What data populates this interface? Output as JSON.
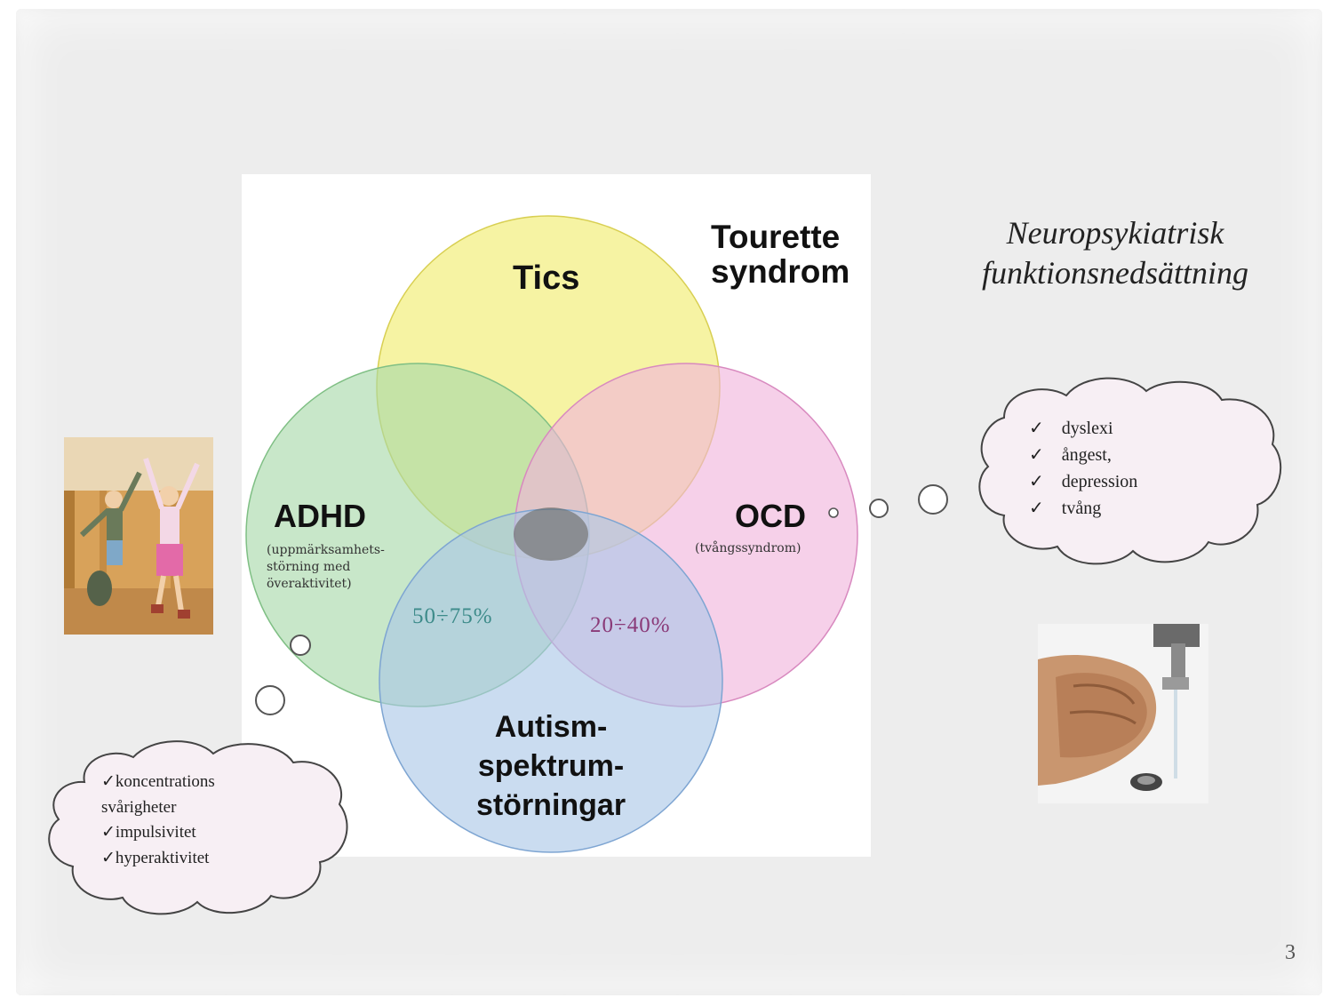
{
  "slide": {
    "title_line1": "Neuropsykiatrisk",
    "title_line2": "funktionsnedsättning",
    "page_number": "3"
  },
  "venn": {
    "tourette_line1": "Tourette",
    "tourette_line2": "syndrom",
    "circles": {
      "tics": {
        "label": "Tics",
        "color": "#f3ee80"
      },
      "adhd": {
        "label": "ADHD",
        "sub": "(uppmärksamhets-\nstörning med\növeraktivitet)",
        "color": "#a7d8a8"
      },
      "ocd": {
        "label": "OCD",
        "sub": "(tvångssyndrom)",
        "color": "#f0b3dc"
      },
      "autism": {
        "label_line1": "Autism-",
        "label_line2": "spektrum-",
        "label_line3": "störningar",
        "color": "#a9c6e6"
      }
    },
    "pct_left": "50÷75%",
    "pct_right": "20÷40%",
    "pct_left_color": "#3d8b8a",
    "pct_right_color": "#8a3a78"
  },
  "cloud_right": {
    "items": [
      "dyslexi",
      "ångest,",
      "depression",
      "tvång"
    ],
    "check": "✓"
  },
  "cloud_left": {
    "items": [
      "✓koncentrations",
      "svårigheter",
      "✓impulsivitet",
      "✓hyperaktivitet"
    ]
  },
  "images": {
    "left_photo": "children-jumping-photo",
    "right_photo": "hand-washing-photo"
  }
}
